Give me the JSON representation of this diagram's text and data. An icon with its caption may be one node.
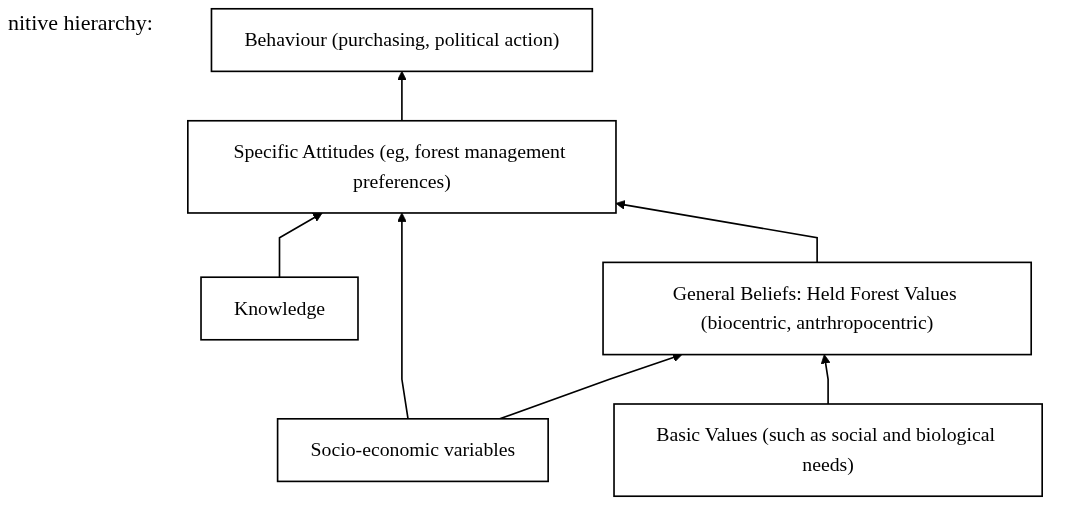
{
  "diagram": {
    "title": "nitive hierarchy:",
    "nodes": [
      {
        "text": [
          "Behaviour (purchasing, political action)"
        ]
      },
      {
        "text": [
          "Knowledge"
        ]
      },
      {
        "text": [
          "Specific Attitudes (eg, forest management preferences)"
        ]
      },
      {
        "text": [
          "Socio-economic variables"
        ]
      },
      {
        "text": [
          "General Beliefs: Held Forest Values (biocentric, antrhropocentric)"
        ]
      },
      {
        "text": [
          "Basic Values (such as social and biological needs)"
        ]
      }
    ],
    "edges": [
      {
        "from": 2,
        "to": 0,
        "arrow": "to"
      },
      {
        "from": 1,
        "to": 2,
        "arrow": "to"
      },
      {
        "from": 3,
        "to": 2,
        "arrow": "to"
      },
      {
        "from": 4,
        "to": 2,
        "arrow": "to"
      },
      {
        "from": 3,
        "to": 4,
        "arrow": "to"
      },
      {
        "from": 5,
        "to": 4,
        "arrow": "to"
      }
    ]
  }
}
